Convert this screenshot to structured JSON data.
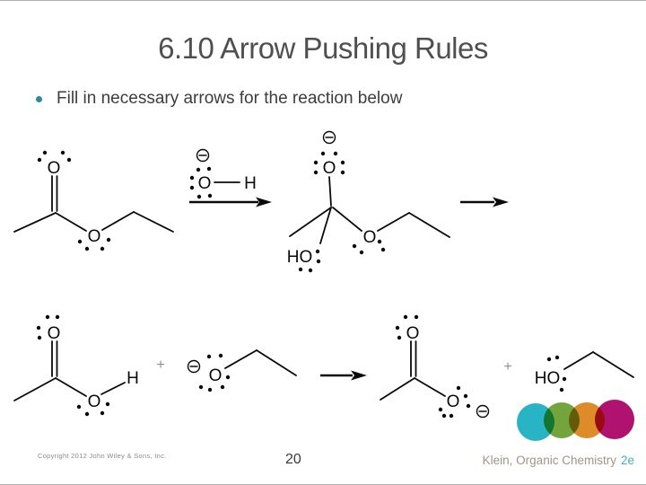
{
  "slide": {
    "title": "6.10 Arrow Pushing Rules",
    "bullet": "Fill in necessary arrows for the reaction below"
  },
  "atom_labels": {
    "O": "O",
    "H": "H",
    "HO": "HO",
    "plus": "+"
  },
  "footer": {
    "copyright": "Copyright 2012 John Wiley & Sons, Inc.",
    "page_number": "20",
    "book_attribution": "Klein, Organic Chemistry",
    "edition": "2e"
  },
  "colors": {
    "title_text": "#4f4f4f",
    "body_text": "#3d3d3d",
    "bullet_marker": "#2e8b99",
    "structure_ink": "#0a0a0a",
    "plus_sign": "#8f8f8f",
    "copyright_text": "#8c8c8c",
    "attribution_text": "#a39486",
    "edition_text": "#44aec2",
    "logo_circles": [
      "#29b4c6",
      "#73a53c",
      "#de8c29",
      "#b01270"
    ]
  }
}
